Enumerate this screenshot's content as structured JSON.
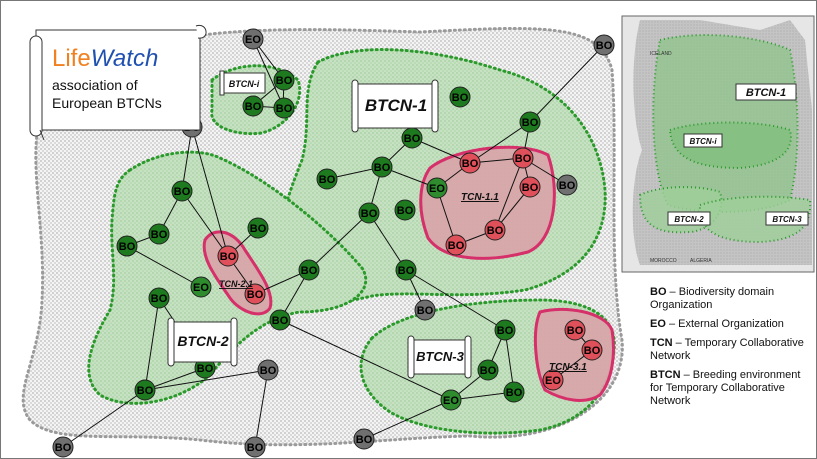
{
  "title": {
    "life": "Life",
    "watch": "Watch",
    "line1": "association of",
    "line2": "European BTCNs"
  },
  "node_labels": {
    "bo": "BO",
    "eo": "EO"
  },
  "btcn_labels": {
    "btcn1": "BTCN-1",
    "btcn2": "BTCN-2",
    "btcn3": "BTCN-3",
    "btcni": "BTCN-i"
  },
  "tcn_labels": {
    "tcn11": "TCN-1.1",
    "tcn21": "TCN-2.1",
    "tcn31": "TCN-3.1"
  },
  "map_labels": {
    "btcn1": "BTCN-1",
    "btcni": "BTCN-i",
    "btcn2": "BTCN-2",
    "btcn3": "BTCN-3",
    "iceland": "ICELAND",
    "morocco": "MOROCCO",
    "algeria": "ALGERIA"
  },
  "legend": [
    {
      "abbr": "BO",
      "text": " – Biodiversity domain Organization"
    },
    {
      "abbr": "EO",
      "text": " – External Organization"
    },
    {
      "abbr": "TCN",
      "text": " – Temporary Collaborative Network"
    },
    {
      "abbr": "BTCN",
      "text": " – Breeding environment for Temporary Collaborative Network"
    }
  ],
  "colors": {
    "bo_node": "#1e7a1e",
    "eo_node": "#2e8b2e",
    "external_node": "#707070",
    "tcn_node": "#e0505a",
    "tcn_border": "#d6306b",
    "btcn_fill": "#c2e0c0",
    "btcn_border": "#2a9a2a",
    "association_border": "#8a8a8a",
    "logo_life": "#f08020",
    "logo_watch": "#2050b0"
  }
}
